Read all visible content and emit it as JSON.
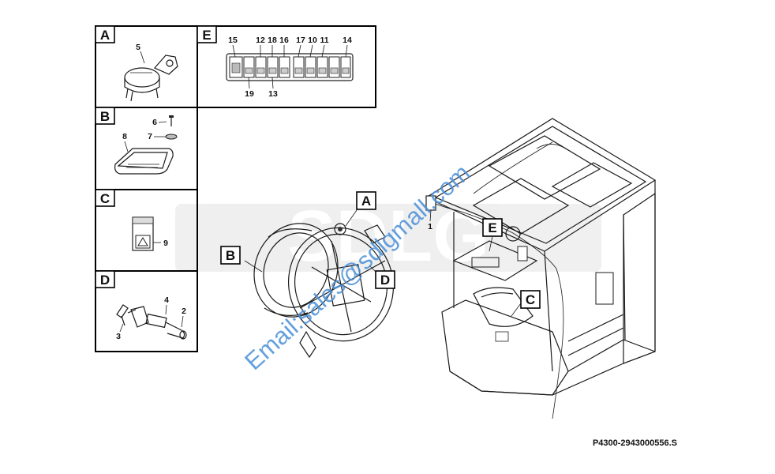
{
  "panels": {
    "a": {
      "letter": "A",
      "parts": [
        "5"
      ]
    },
    "b": {
      "letter": "B",
      "parts": [
        "6",
        "7",
        "8"
      ]
    },
    "c": {
      "letter": "C",
      "parts": [
        "9"
      ]
    },
    "d": {
      "letter": "D",
      "parts": [
        "4",
        "2",
        "3"
      ]
    },
    "e": {
      "letter": "E",
      "top_numbers": [
        "15",
        "12",
        "18",
        "16",
        "17",
        "10",
        "11",
        "14"
      ],
      "bottom_numbers": [
        "19",
        "13"
      ]
    }
  },
  "callouts": {
    "wheel_a": "A",
    "wheel_b": "B",
    "wheel_d": "D",
    "cab_e": "E",
    "cab_c": "C",
    "cab_part_1": "1"
  },
  "watermark": {
    "text": "Email:sales@sdlgmall.com",
    "brand": "SDLG",
    "color": "#4a90d9"
  },
  "footer": {
    "drawing_code": "P4300-2943000556.S"
  }
}
